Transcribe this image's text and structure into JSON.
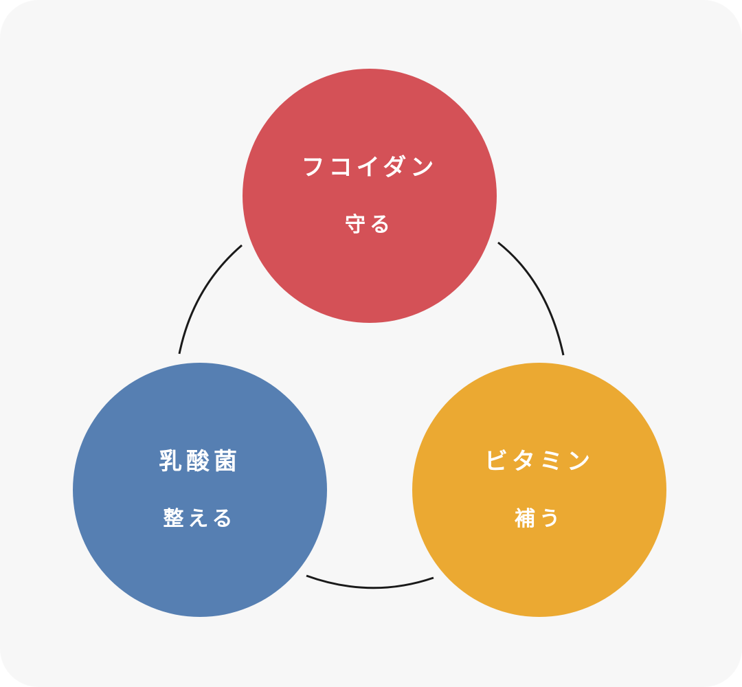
{
  "nodes": [
    {
      "name": "フコイダン",
      "role": "守る",
      "color": "#d45157"
    },
    {
      "name": "乳酸菌",
      "role": "整える",
      "color": "#567fb2"
    },
    {
      "name": "ビタミン",
      "role": "補う",
      "color": "#eba932"
    }
  ],
  "connector_color": "#1a1a1a",
  "background_color": "#f7f7f7"
}
